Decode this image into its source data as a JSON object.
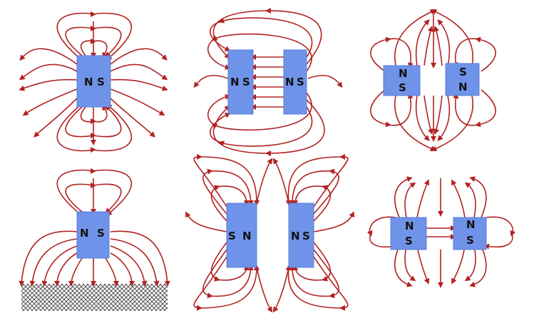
{
  "colors": {
    "field_line": "#b22222",
    "magnet": "#6f93e8",
    "magnet_edge": "#5a7fd6",
    "ground": "#555555",
    "background": "#ffffff"
  },
  "panels": [
    {
      "id": "single-magnet",
      "magnets": [
        {
          "left": "N",
          "right": "S"
        }
      ]
    },
    {
      "id": "attracting-pair",
      "magnets": [
        {
          "left": "N",
          "right": "S"
        },
        {
          "left": "N",
          "right": "S"
        }
      ]
    },
    {
      "id": "repelling-vertical",
      "magnets": [
        {
          "top": "N",
          "bottom": "S"
        },
        {
          "top": "S",
          "bottom": "N"
        }
      ]
    },
    {
      "id": "magnet-over-iron",
      "magnets": [
        {
          "left": "N",
          "right": "S"
        }
      ]
    },
    {
      "id": "repelling-pair",
      "magnets": [
        {
          "left": "S",
          "right": "N"
        },
        {
          "left": "N",
          "right": "S"
        }
      ]
    },
    {
      "id": "aligned-vertical",
      "magnets": [
        {
          "top": "N",
          "bottom": "S"
        },
        {
          "top": "N",
          "bottom": "S"
        }
      ]
    }
  ]
}
